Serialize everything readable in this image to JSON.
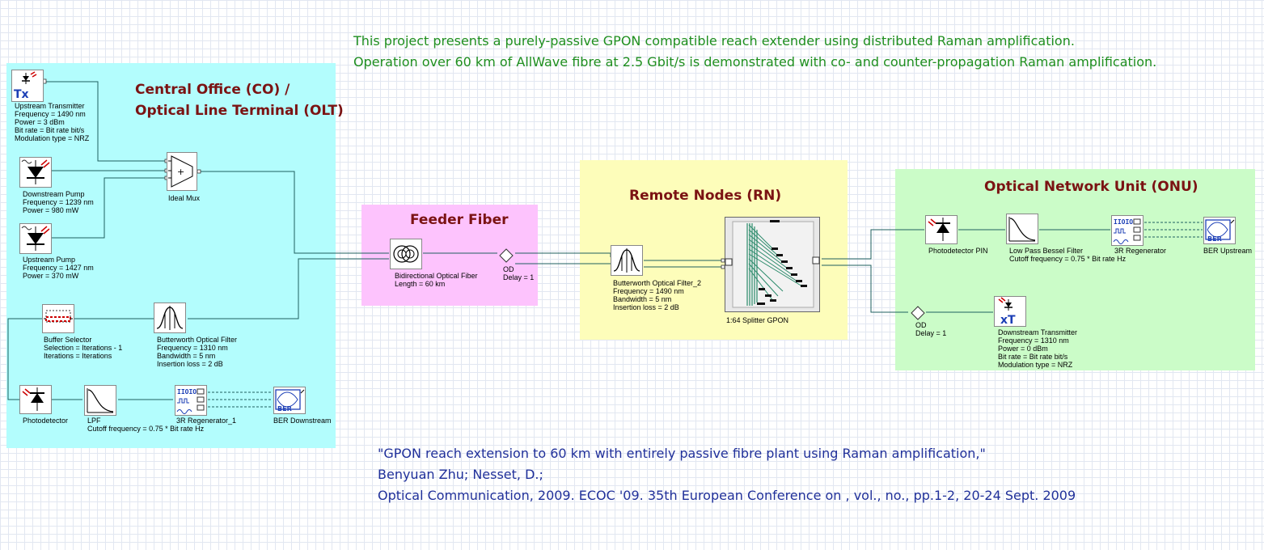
{
  "notes": {
    "line1": "This project presents a purely-passive GPON compatible reach extender using distributed Raman amplification.",
    "line2": "Operation over 60 km of AllWave fibre at 2.5 Gbit/s is demonstrated with co- and counter-propagation Raman amplification."
  },
  "reference": {
    "line1": "\"GPON reach extension to 60 km with entirely passive fibre plant using Raman amplification,\"",
    "line2": "Benyuan Zhu; Nesset, D.;",
    "line3": "Optical Communication, 2009. ECOC '09. 35th European Conference on , vol., no., pp.1-2, 20-24 Sept. 2009"
  },
  "colors": {
    "olt_bg": "#b3fdfd",
    "feeder_bg": "#fdc3fd",
    "rn_bg": "#fdfdba",
    "onu_bg": "#cbfcc8",
    "title": "#7b1313",
    "wire": "#1f5f5f",
    "notes": "#1f8f1f",
    "reference": "#20309a"
  },
  "regions": {
    "olt": {
      "title1": "Central Office (CO) /",
      "title2": "Optical Line Terminal (OLT)"
    },
    "feeder": {
      "title": "Feeder Fiber"
    },
    "rn": {
      "title": "Remote Nodes (RN)"
    },
    "onu": {
      "title": "Optical Network Unit (ONU)"
    }
  },
  "components": {
    "upstream_tx": {
      "icon": "laser-transmitter-icon",
      "lines": [
        "Upstream Transmitter",
        "Frequency = 1490  nm",
        "Power = 3  dBm",
        "Bit rate = Bit rate  bit/s",
        "Modulation type = NRZ"
      ]
    },
    "downstream_pump": {
      "icon": "pump-laser-icon",
      "lines": [
        "Downstream Pump",
        "Frequency = 1239  nm",
        "Power = 980  mW"
      ]
    },
    "upstream_pump": {
      "icon": "pump-laser-icon",
      "lines": [
        "Upstream Pump",
        "Frequency = 1427  nm",
        "Power = 370  mW"
      ]
    },
    "ideal_mux": {
      "icon": "mux-icon",
      "lines": [
        "Ideal Mux"
      ]
    },
    "buffer_selector": {
      "icon": "buffer-selector-icon",
      "lines": [
        "Buffer Selector",
        "Selection = Iterations - 1",
        "Iterations = Iterations"
      ]
    },
    "butterworth_filter": {
      "icon": "optical-filter-icon",
      "lines": [
        "Butterworth Optical Filter",
        "Frequency = 1310  nm",
        "Bandwidth = 5  nm",
        "Insertion loss = 2  dB"
      ]
    },
    "photodetector": {
      "icon": "photodetector-icon",
      "lines": [
        "Photodetector"
      ]
    },
    "lpf": {
      "icon": "low-pass-filter-icon",
      "lines": [
        "LPF",
        "Cutoff frequency = 0.75 * Bit rate  Hz"
      ]
    },
    "regen_1": {
      "icon": "regenerator-icon",
      "lines": [
        "3R Regenerator_1"
      ]
    },
    "ber_downstream": {
      "icon": "ber-analyzer-icon",
      "lines": [
        "BER Downstream"
      ]
    },
    "bidir_fiber": {
      "icon": "fiber-spool-icon",
      "lines": [
        "Bidirectional Optical Fiber",
        "Length = 60  km"
      ]
    },
    "od_feeder": {
      "icon": "optical-delay-icon",
      "lines": [
        "OD",
        "Delay = 1"
      ]
    },
    "butterworth_filter_2": {
      "icon": "optical-filter-icon",
      "lines": [
        "Butterworth Optical Filter_2",
        "Frequency = 1490  nm",
        "Bandwidth = 5  nm",
        "Insertion loss = 2  dB"
      ]
    },
    "splitter": {
      "icon": "splitter-icon",
      "lines": [
        "1:64 Splitter GPON"
      ]
    },
    "photodetector_pin": {
      "icon": "photodetector-icon",
      "lines": [
        "Photodetector PIN"
      ]
    },
    "bessel_filter": {
      "icon": "low-pass-filter-icon",
      "lines": [
        "Low Pass Bessel Filter",
        "Cutoff frequency = 0.75 * Bit rate  Hz"
      ]
    },
    "regen_onu": {
      "icon": "regenerator-icon",
      "lines": [
        "3R Regenerator"
      ]
    },
    "ber_upstream": {
      "icon": "ber-analyzer-icon",
      "lines": [
        "BER Upstream"
      ]
    },
    "od_onu": {
      "icon": "optical-delay-icon",
      "lines": [
        "OD",
        "Delay = 1"
      ]
    },
    "downstream_tx": {
      "icon": "laser-transmitter-icon",
      "lines": [
        "Downstream Transmitter",
        "Frequency = 1310  nm",
        "Power = 0  dBm",
        "Bit rate = Bit rate  bit/s",
        "Modulation type = NRZ"
      ]
    }
  }
}
